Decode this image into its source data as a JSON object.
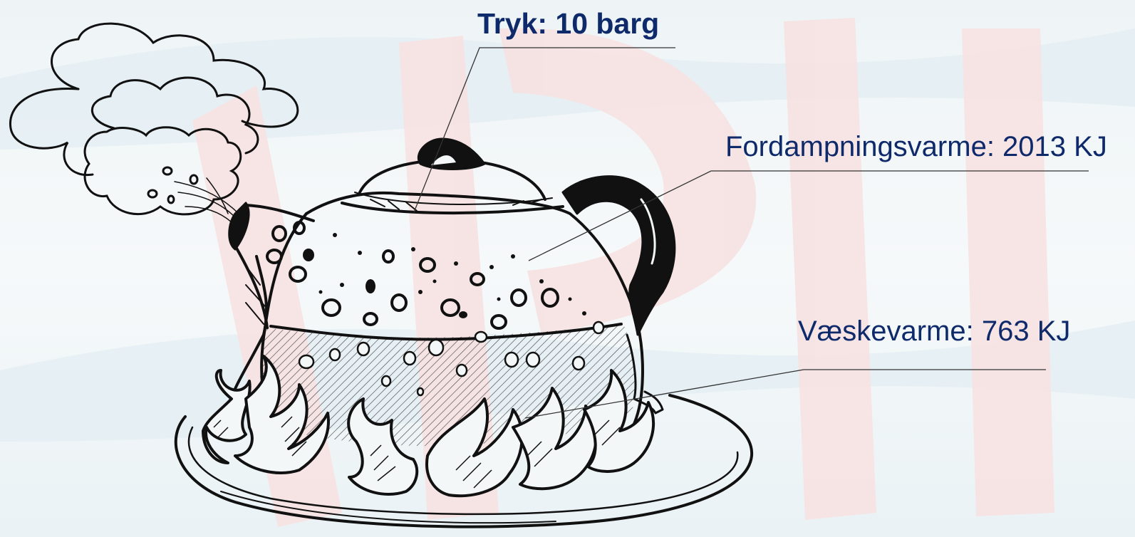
{
  "labels": {
    "pressure": "Tryk: 10 barg",
    "evaporation_heat": "Fordampningsvarme: 2013 KJ",
    "liquid_heat": "Væskevarme: 763 KJ"
  },
  "colors": {
    "label": "#0f2a6b",
    "leader_line": "#333333",
    "ink": "#111111",
    "background": "#f3f7f8",
    "watermark_red": "#f6dede",
    "watermark_blue": "#dce9ee"
  },
  "icons": {
    "steam": "steam-cloud-icon",
    "kettle": "teapot-icon",
    "flame": "flame-icon",
    "plate": "burner-plate-icon"
  }
}
